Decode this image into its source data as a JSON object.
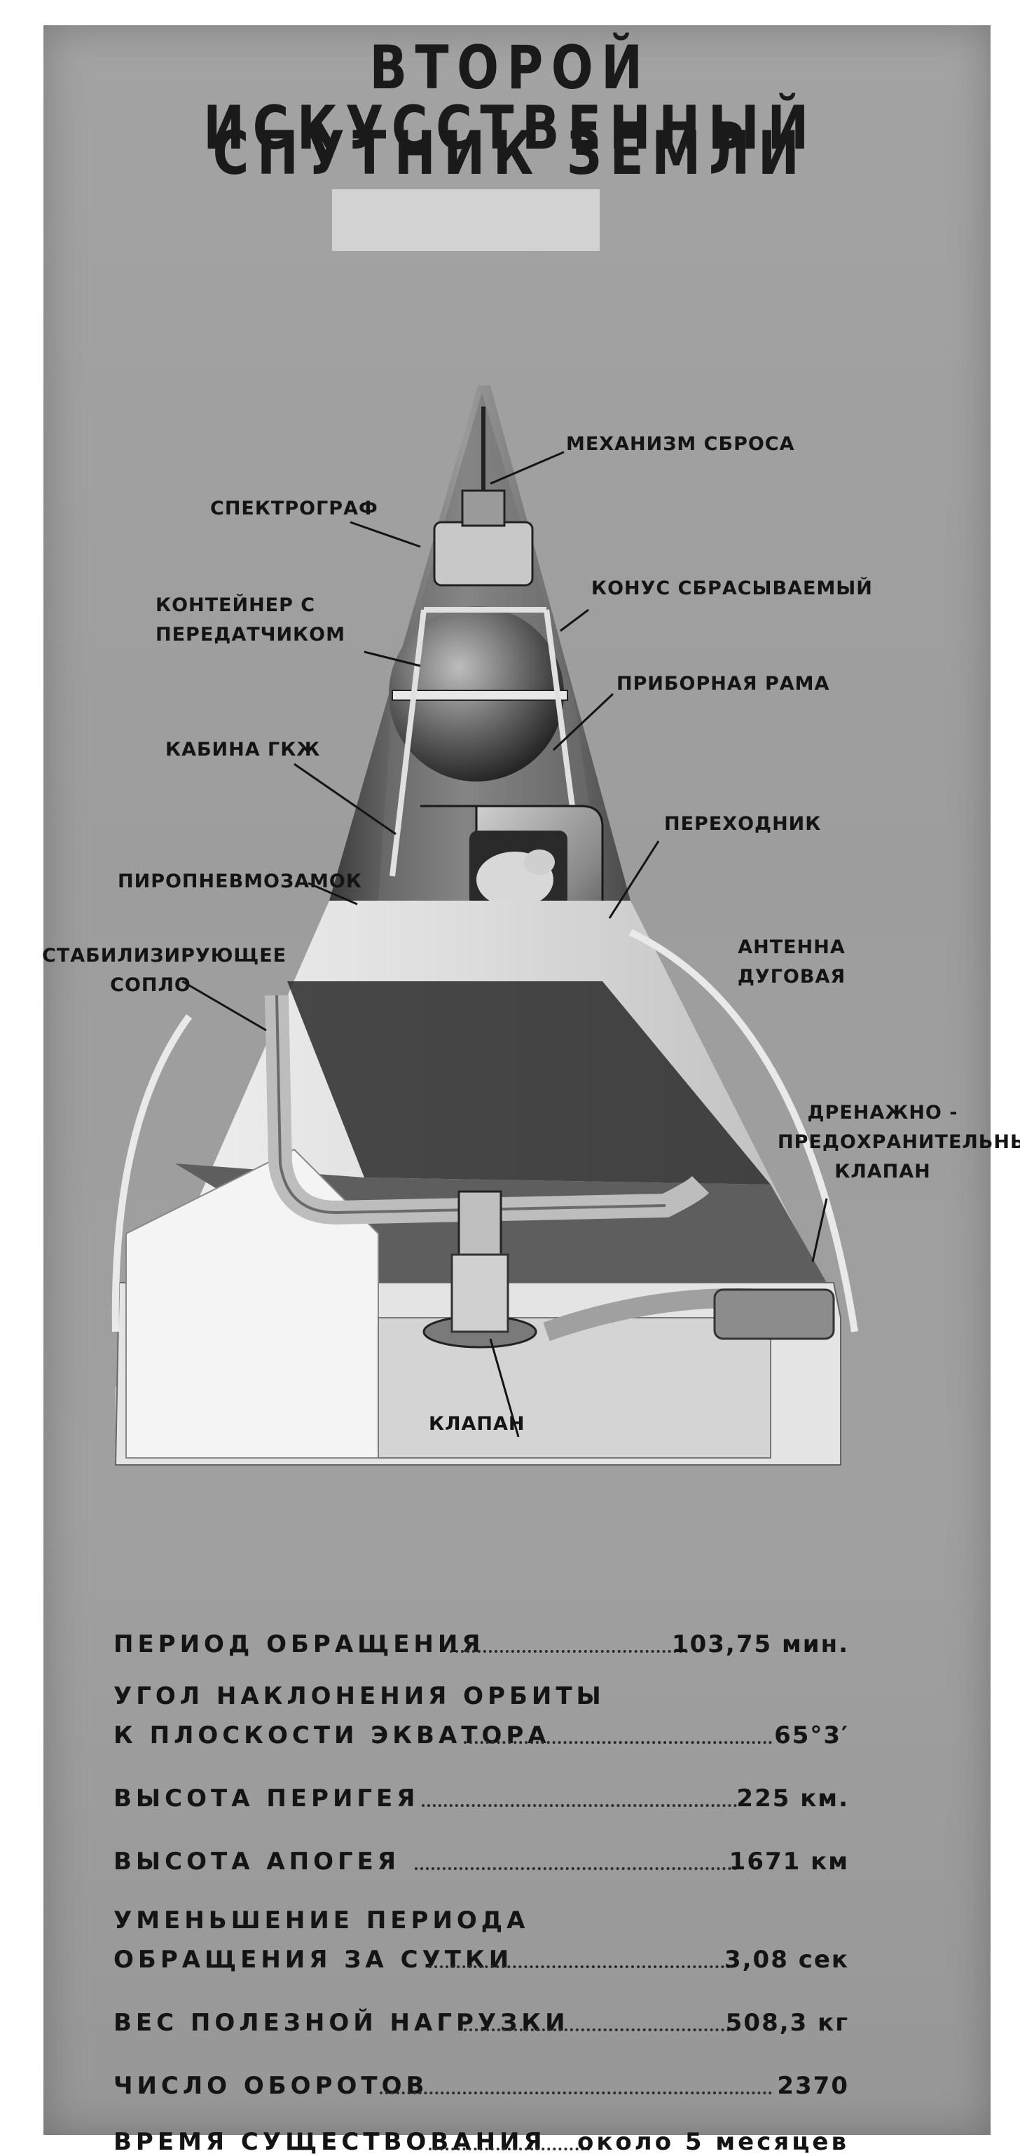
{
  "title": {
    "line1": "ВТОРОЙ ИСКУССТВЕННЫЙ",
    "line2": "СПУТНИК ЗЕМЛИ"
  },
  "labels": {
    "release_mechanism": "МЕХАНИЗМ СБРОСА",
    "spectrograph": "СПЕКТРОГРАФ",
    "ejected_cone": "КОНУС СБРАСЫВАЕМЫЙ",
    "container_1": "КОНТЕЙНЕР С",
    "container_2": "ПЕРЕДАТЧИКОМ",
    "instrument_frame": "ПРИБОРНАЯ РАМА",
    "cabin": "КАБИНА ГКЖ",
    "adapter": "ПЕРЕХОДНИК",
    "pyro_lock": "ПИРОПНЕВМОЗАМОК",
    "antenna_1": "АНТЕННА",
    "antenna_2": "ДУГОВАЯ",
    "nozzle_1": "СТАБИЛИЗИРУЮЩЕЕ",
    "nozzle_2": "СОПЛО",
    "drain_valve_1": "ДРЕНАЖНО -",
    "drain_valve_2": "ПРЕДОХРАНИТЕЛЬНЫЙ",
    "drain_valve_3": "КЛАПАН",
    "valve": "КЛАПАН"
  },
  "stats": {
    "period_label": "ПЕРИОД ОБРАЩЕНИЯ",
    "period_value": "103,75 мин.",
    "incl_label_1": "УГОЛ НАКЛОНЕНИЯ ОРБИТЫ",
    "incl_label_2": "К ПЛОСКОСТИ ЭКВАТОРА",
    "incl_value": "65°3′",
    "perigee_label": "ВЫСОТА ПЕРИГЕЯ",
    "perigee_value": "225 км.",
    "apogee_label": "ВЫСОТА АПОГЕЯ",
    "apogee_value": "1671 км",
    "decay_label_1": "УМЕНЬШЕНИЕ ПЕРИОДА",
    "decay_label_2": "ОБРАЩЕНИЯ ЗА СУТКИ",
    "decay_value": "3,08 сек",
    "payload_label": "ВЕС ПОЛЕЗНОЙ НАГРУЗКИ",
    "payload_value": "508,3 кг",
    "orbits_label": "ЧИСЛО ОБОРОТОВ",
    "orbits_value": "2370",
    "lifetime_label": "ВРЕМЯ СУЩЕСТВОВАНИЯ",
    "lifetime_value": "около 5 месяцев"
  }
}
